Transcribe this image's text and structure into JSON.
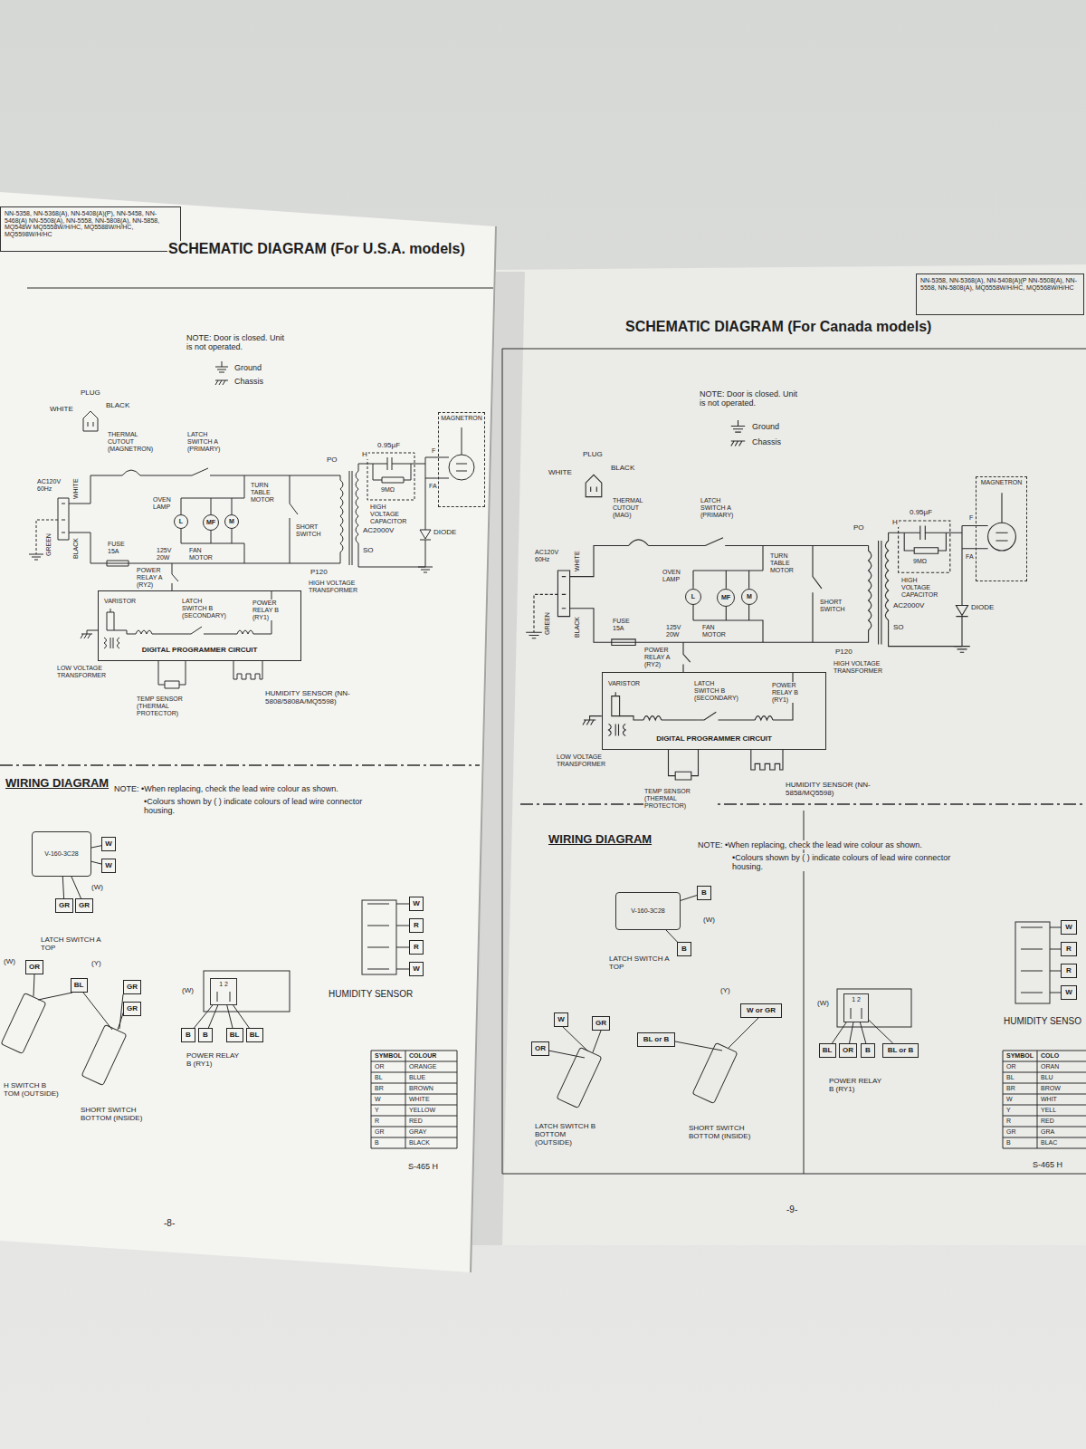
{
  "diagram": {
    "nodes": [
      {
        "text": [
          "NN-5358, NN-5368(A), NN-5408(A)(P), NN-5458, NN-5468(A) NN-5508(A), NN-5558, NN-5808(A), NN-5858, MQ548W MQ5558W/H/HC, MQ5588W/H/HC, MQ5598W/H/HC"
        ]
      },
      {
        "text": [
          "MAGNETRON"
        ]
      },
      {
        "text": [
          "L"
        ]
      },
      {
        "text": [
          "MF"
        ]
      },
      {
        "text": [
          "M"
        ]
      },
      {
        "text": [
          "DIGITAL PROGRAMMER CIRCUIT"
        ]
      },
      {
        "text": [
          "V-160-3C28"
        ]
      },
      {
        "text": [
          "W"
        ]
      },
      {
        "text": [
          "W"
        ]
      },
      {
        "text": [
          "GR"
        ]
      },
      {
        "text": [
          "GR"
        ]
      },
      {
        "text": [
          "OR"
        ]
      },
      {
        "text": [
          "BL"
        ]
      },
      {
        "text": [
          "GR"
        ]
      },
      {
        "text": [
          "GR"
        ]
      },
      {
        "text": [
          "1 2"
        ]
      },
      {
        "text": [
          "B"
        ]
      },
      {
        "text": [
          "B"
        ]
      },
      {
        "text": [
          "BL"
        ]
      },
      {
        "text": [
          "BL"
        ]
      },
      {
        "text": [
          "W"
        ]
      },
      {
        "text": [
          "R"
        ]
      },
      {
        "text": [
          "R"
        ]
      },
      {
        "text": [
          "W"
        ]
      },
      {
        "text": [
          "NN-5358, NN-5368(A), NN-5408(A)(P NN-5508(A), NN-5558, NN-5808(A), MQ5558W/H/HC, MQ5568W/H/HC"
        ]
      },
      {
        "text": [
          "MAGNETRON"
        ]
      },
      {
        "text": [
          "L"
        ]
      },
      {
        "text": [
          "MF"
        ]
      },
      {
        "text": [
          "M"
        ]
      },
      {
        "text": [
          "DIGITAL PROGRAMMER CIRCUIT"
        ]
      },
      {
        "text": [
          "V-160-3C28"
        ]
      },
      {
        "text": [
          "B"
        ]
      },
      {
        "text": [
          "B"
        ]
      },
      {
        "text": [
          "W"
        ]
      },
      {
        "text": [
          "GR"
        ]
      },
      {
        "text": [
          "OR"
        ]
      },
      {
        "text": [
          "W or GR"
        ]
      },
      {
        "text": [
          "BL or B"
        ]
      },
      {
        "text": [
          "1 2"
        ]
      },
      {
        "text": [
          "BL"
        ]
      },
      {
        "text": [
          "OR"
        ]
      },
      {
        "text": [
          "B"
        ]
      },
      {
        "text": [
          "BL or B"
        ]
      },
      {
        "text": [
          "W"
        ]
      },
      {
        "text": [
          "R"
        ]
      },
      {
        "text": [
          "R"
        ]
      },
      {
        "text": [
          "W"
        ]
      }
    ],
    "edges": [
      {
        "from": 6,
        "to": 7,
        "arrow": "none"
      },
      {
        "from": 6,
        "to": 8,
        "arrow": "none"
      },
      {
        "from": 6,
        "to": 9,
        "arrow": "none"
      },
      {
        "from": 6,
        "to": 10,
        "arrow": "none"
      },
      {
        "from": 15,
        "to": 16,
        "arrow": "none"
      },
      {
        "from": 15,
        "to": 17,
        "arrow": "none"
      },
      {
        "from": 15,
        "to": 18,
        "arrow": "none"
      },
      {
        "from": 15,
        "to": 19,
        "arrow": "none"
      },
      {
        "from": 30,
        "to": 31,
        "arrow": "none"
      },
      {
        "from": 30,
        "to": 32,
        "arrow": "none"
      },
      {
        "from": 38,
        "to": 39,
        "arrow": "none"
      },
      {
        "from": 38,
        "to": 40,
        "arrow": "none"
      },
      {
        "from": 38,
        "to": 41,
        "arrow": "none"
      },
      {
        "from": 38,
        "to": 42,
        "arrow": "none"
      }
    ],
    "labels": [
      "SCHEMATIC DIAGRAM (For U.S.A. models)",
      "NOTE: Door is closed. Unit is not operated.",
      "Ground",
      "Chassis",
      "PLUG",
      "WHITE",
      "BLACK",
      "THERMAL CUTOUT (MAGNETRON)",
      "LATCH SWITCH A (PRIMARY)",
      "AC120V 60Hz",
      "WHITE",
      "GREEN",
      "BLACK",
      "FUSE 15A",
      "OVEN LAMP",
      "125V 20W",
      "FAN MOTOR",
      "TURN TABLE MOTOR",
      "SHORT SWITCH",
      "PO",
      "0.95µF",
      "H",
      "9MΩ",
      "HIGH VOLTAGE CAPACITOR",
      "AC2000V",
      "SO",
      "DIODE",
      "P120",
      "HIGH VOLTAGE TRANSFORMER",
      "F",
      "FA",
      "POWER RELAY A (RY2)",
      "VARISTOR",
      "LATCH SWITCH B (SECONDARY)",
      "POWER RELAY B (RY1)",
      "LOW VOLTAGE TRANSFORMER",
      "TEMP SENSOR (THERMAL PROTECTOR)",
      "HUMIDITY SENSOR (NN-5808/5808A/MQ5598)",
      "WIRING DIAGRAM",
      "NOTE: •When replacing, check the lead wire colour as shown.",
      "•Colours shown by ( ) indicate colours of lead wire connector housing.",
      "(W)",
      "LATCH SWITCH A TOP",
      "(W)",
      "(Y)",
      "H SWITCH B TOM (OUTSIDE)",
      "SHORT SWITCH BOTTOM (INSIDE)",
      "(W)",
      "POWER RELAY B (RY1)",
      "HUMIDITY SENSOR",
      "SYMBOL",
      "COLOUR",
      "OR",
      "ORANGE",
      "BL",
      "BLUE",
      "BR",
      "BROWN",
      "W",
      "WHITE",
      "Y",
      "YELLOW",
      "R",
      "RED",
      "GR",
      "GRAY",
      "B",
      "BLACK",
      "S-465 H",
      "-8-",
      "SCHEMATIC DIAGRAM (For Canada models)",
      "NOTE: Door is closed. Unit is not operated.",
      "Ground",
      "Chassis",
      "PLUG",
      "WHITE",
      "BLACK",
      "THERMAL CUTOUT (MAG)",
      "LATCH SWITCH A (PRIMARY)",
      "AC120V 60Hz",
      "WHITE",
      "GREEN",
      "BLACK",
      "FUSE 15A",
      "OVEN LAMP",
      "125V 20W",
      "FAN MOTOR",
      "TURN TABLE MOTOR",
      "SHORT SWITCH",
      "PO",
      "0.95µF",
      "H",
      "9MΩ",
      "HIGH VOLTAGE CAPACITOR",
      "AC2000V",
      "SO",
      "DIODE",
      "P120",
      "HIGH VOLTAGE TRANSFORMER",
      "F",
      "FA",
      "POWER RELAY A (RY2)",
      "VARISTOR",
      "LATCH SWITCH B (SECONDARY)",
      "POWER RELAY B (RY1)",
      "LOW VOLTAGE TRANSFORMER",
      "TEMP SENSOR (THERMAL PROTECTOR)",
      "HUMIDITY SENSOR (NN-5858/MQ5598)",
      "WIRING DIAGRAM",
      "NOTE: •When replacing, check the lead wire colour as shown.",
      "•Colours shown by ( ) indicate colours of lead wire connector housing.",
      "(W)",
      "LATCH SWITCH A TOP",
      "(Y)",
      "LATCH SWITCH B BOTTOM (OUTSIDE)",
      "SHORT SWITCH BOTTOM (INSIDE)",
      "(W)",
      "POWER RELAY B (RY1)",
      "HUMIDITY SENSO",
      "SYMBOL",
      "COLO",
      "OR",
      "ORAN",
      "BL",
      "BLU",
      "BR",
      "BROW",
      "W",
      "WHIT",
      "Y",
      "YELL",
      "R",
      "RED",
      "GR",
      "GRA",
      "B",
      "BLAC",
      "S-465 H",
      "-9-"
    ]
  }
}
